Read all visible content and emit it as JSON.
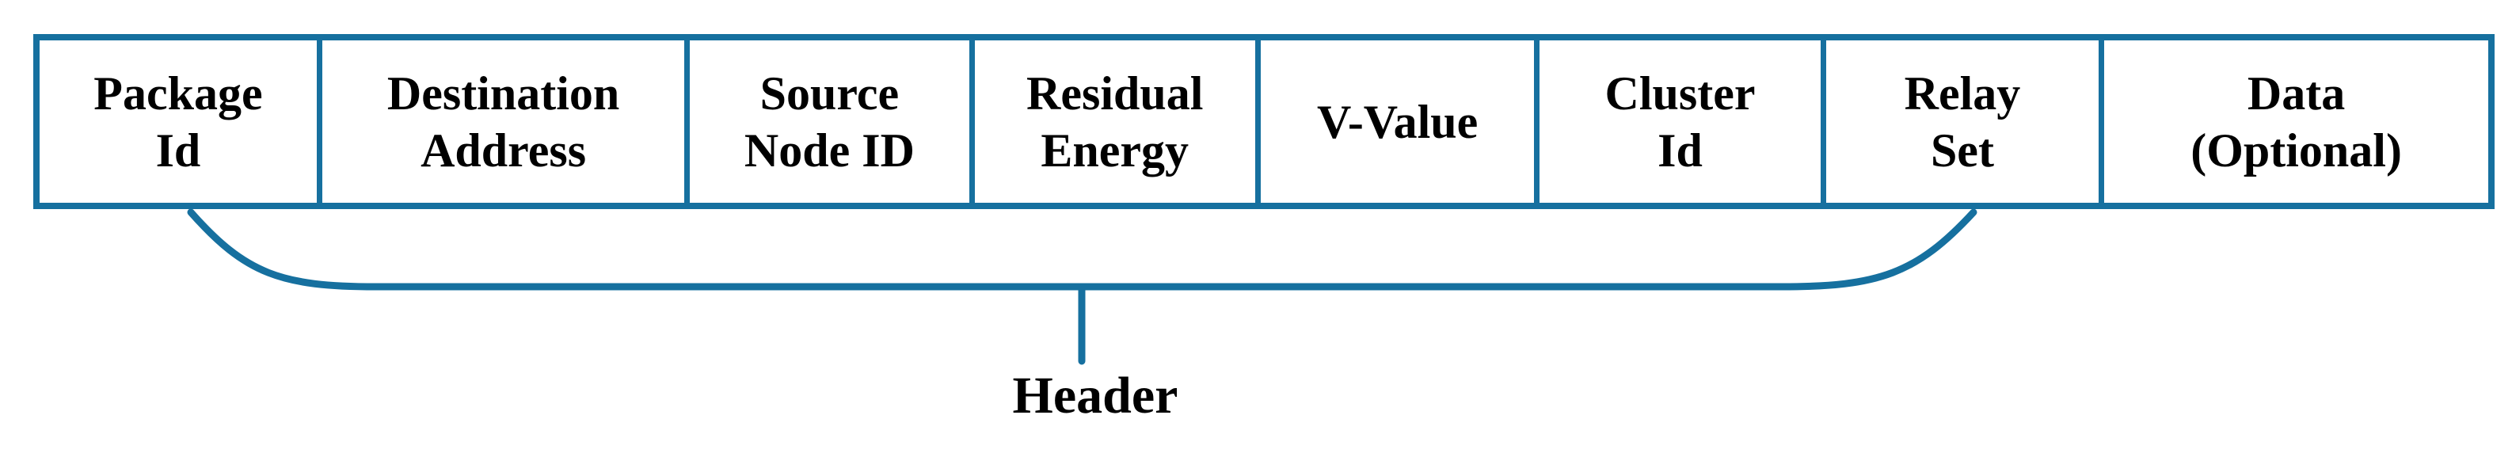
{
  "diagram": {
    "name": "packet-format",
    "fields": [
      {
        "label": "Package\nId"
      },
      {
        "label": "Destination\nAddress"
      },
      {
        "label": "Source\nNode ID"
      },
      {
        "label": "Residual\nEnergy"
      },
      {
        "label": "V-Value"
      },
      {
        "label": "Cluster\nId"
      },
      {
        "label": "Relay\nSet"
      },
      {
        "label": "Data\n(Optional)"
      }
    ],
    "brace_label": "Header",
    "colors": {
      "accent": "#16709f",
      "text": "#000000",
      "background": "#ffffff"
    }
  }
}
